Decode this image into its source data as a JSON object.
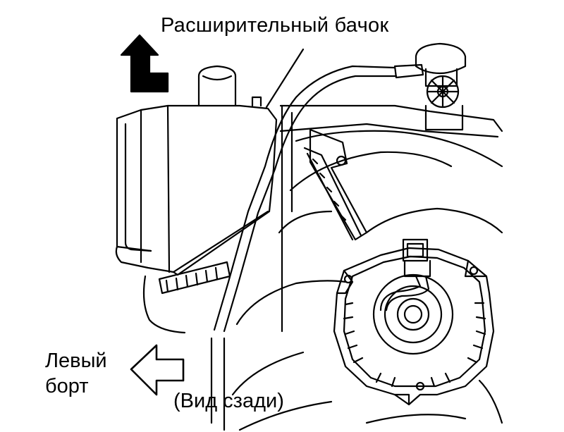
{
  "labels": {
    "tank": "Расширительный бачок",
    "left_side_line1": "Левый",
    "left_side_line2": "борт",
    "view": "(Вид сзади)"
  },
  "icons": {
    "up_arrow": "arrow-up-icon",
    "left_arrow": "arrow-left-icon"
  },
  "colors": {
    "line": "#000000",
    "background": "#ffffff"
  }
}
